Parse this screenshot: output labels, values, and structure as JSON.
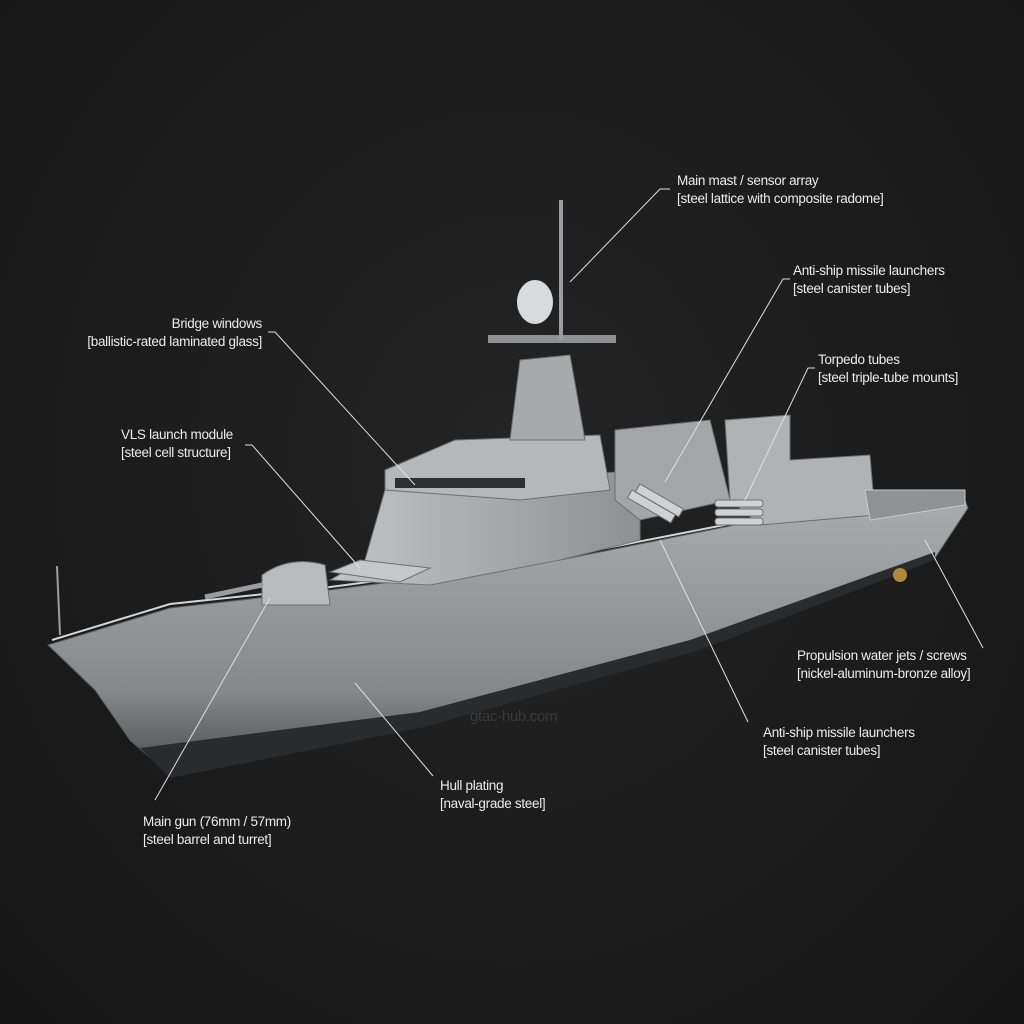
{
  "callouts": [
    {
      "id": "main-mast",
      "title": "Main mast / sensor array",
      "material": "[steel lattice with composite radome]"
    },
    {
      "id": "anti-ship-upper",
      "title": "Anti-ship missile launchers",
      "material": "[steel canister tubes]"
    },
    {
      "id": "torpedo",
      "title": "Torpedo tubes",
      "material": "[steel triple-tube mounts]"
    },
    {
      "id": "bridge",
      "title": "Bridge windows",
      "material": "[ballistic-rated laminated glass]"
    },
    {
      "id": "vls",
      "title": "VLS launch module",
      "material": "[steel cell structure]"
    },
    {
      "id": "propulsion",
      "title": "Propulsion water jets / screws",
      "material": "[nickel-aluminum-bronze alloy]"
    },
    {
      "id": "anti-ship-lower",
      "title": "Anti-ship missile launchers",
      "material": "[steel canister tubes]"
    },
    {
      "id": "hull",
      "title": "Hull plating",
      "material": "[naval-grade steel]"
    },
    {
      "id": "main-gun",
      "title": "Main gun (76mm / 57mm)",
      "material": "[steel barrel and turret]"
    }
  ],
  "watermark": "gtac-hub.com",
  "colors": {
    "background": "#1c1c1c",
    "hull": "#9a9c9f",
    "text": "#ececec",
    "leader": "#e0e0e0"
  }
}
